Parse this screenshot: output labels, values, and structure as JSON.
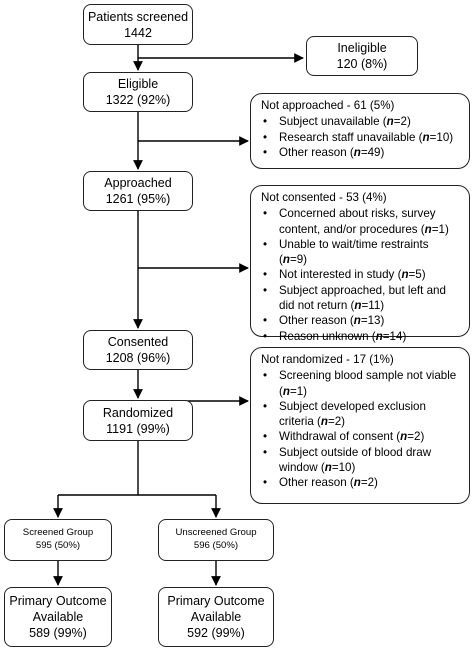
{
  "boxes": {
    "screened": {
      "label": "Patients screened",
      "value": "1442"
    },
    "ineligible": {
      "label": "Ineligible",
      "value": "120 (8%)"
    },
    "eligible": {
      "label": "Eligible",
      "value": "1322 (92%)"
    },
    "approached": {
      "label": "Approached",
      "value": "1261 (95%)"
    },
    "consented": {
      "label": "Consented",
      "value": "1208 (96%)"
    },
    "randomized": {
      "label": "Randomized",
      "value": "1191 (99%)"
    },
    "screened_group": {
      "label": "Screened Group",
      "value": "595 (50%)"
    },
    "unscreened_group": {
      "label": "Unscreened Group",
      "value": "596 (50%)"
    },
    "outcome_screened": {
      "line1": "Primary Outcome",
      "line2": "Available",
      "value": "589 (99%)"
    },
    "outcome_unscreened": {
      "line1": "Primary Outcome",
      "line2": "Available",
      "value": "592 (99%)"
    }
  },
  "side": {
    "not_approached": {
      "title": "Not approached - 61 (5%)",
      "items": [
        {
          "text": "Subject unavailable (",
          "n": "n",
          "val": "=2)"
        },
        {
          "text": "Research staff unavailable (",
          "n": "n",
          "val": "=10)"
        },
        {
          "text": "Other reason (",
          "n": "n",
          "val": "=49)"
        }
      ]
    },
    "not_consented": {
      "title": "Not consented - 53 (4%)",
      "items": [
        {
          "text": "Concerned about risks, survey content, and/or procedures (",
          "n": "n",
          "val": "=1)"
        },
        {
          "text": "Unable to wait/time restraints (",
          "n": "n",
          "val": "=9)"
        },
        {
          "text": "Not interested in study (",
          "n": "n",
          "val": "=5)"
        },
        {
          "text": "Subject approached, but left and did not return (",
          "n": "n",
          "val": "=11)"
        },
        {
          "text": "Other reason (",
          "n": "n",
          "val": "=13)"
        },
        {
          "text": "Reason unknown (",
          "n": "n",
          "val": "=14)"
        }
      ]
    },
    "not_randomized": {
      "title": "Not randomized - 17 (1%)",
      "items": [
        {
          "text": "Screening blood sample not viable (",
          "n": "n",
          "val": "=1)"
        },
        {
          "text": "Subject developed exclusion criteria (",
          "n": "n",
          "val": "=2)"
        },
        {
          "text": "Withdrawal of consent (",
          "n": "n",
          "val": "=2)"
        },
        {
          "text": "Subject outside of blood draw window (",
          "n": "n",
          "val": "=10)"
        },
        {
          "text": "Other reason (",
          "n": "n",
          "val": "=2)"
        }
      ]
    }
  }
}
